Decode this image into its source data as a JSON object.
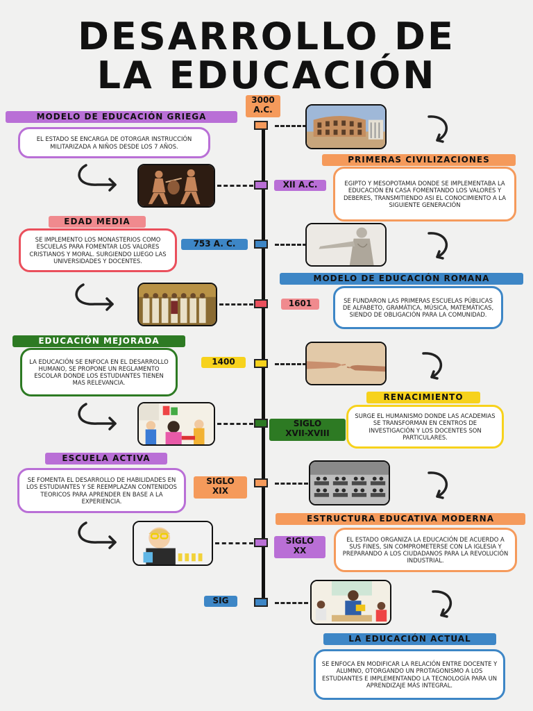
{
  "title": {
    "line1": "DESARROLLO DE",
    "line2": "LA EDUCACIÓN"
  },
  "colors": {
    "orange": "#f59a5b",
    "purple": "#b96fd6",
    "blue": "#3d86c6",
    "red": "#ea4f5c",
    "yellow": "#f7d21c",
    "green": "#2d7a23",
    "pink": "#f08a8e"
  },
  "timeline": [
    {
      "date": "3000\nA.C.",
      "title": "PRIMERAS CIVILIZACIONES",
      "text": "EGIPTO Y MESOPOTAMIA DONDE SE IMPLEMENTABA LA EDUCACIÓN EN CASA FOMENTANDO LOS VALORES Y DEBERES, TRANSMITIENDO ASI EL CONOCIMIENTO A LA SIGUIENTE GENERACIÓN",
      "image": "colosseum"
    },
    {
      "date": "XII A.C.",
      "title": "MODELO DE EDUCACIÓN GRIEGA",
      "text": "EL ESTADO SE ENCARGA DE OTORGAR INSTRUCCIÓN MILITARIZADA A NIÑOS DESDE LOS 7 AÑOS.",
      "image": "greek-warriors"
    },
    {
      "date": "753 A. C.",
      "title": "MODELO DE EDUCACIÓN ROMANA",
      "text": "SE FUNDARON LAS PRIMERAS ESCUELAS PÚBLICAS DE ALFABETO, GRAMÁTICA, MÚSICA, MATEMÁTICAS, SIENDO DE OBLIGACIÓN PARA LA COMUNIDAD.",
      "image": "roman-statue"
    },
    {
      "date": "1601",
      "title": "EDAD MEDIA",
      "text": "SE IMPLEMENTO LOS MONASTERIOS COMO ESCUELAS PARA FOMENTAR LOS VALORES CRISTIANOS Y MORAL. SURGIENDO LUEGO LAS UNIVERSIDADES Y DOCENTES.",
      "image": "byzantine-mosaic"
    },
    {
      "date": "1400",
      "title": "RENACIMIENTO",
      "text": "SURGE EL HUMANISMO DONDE LAS ACADEMIAS SE TRANSFORMAN EN CENTROS DE INVESTIGACIÓN Y LOS DOCENTES SON PARTICULARES.",
      "image": "creation-hands"
    },
    {
      "date": "SIGLO\nXVII-XVIII",
      "title": "EDUCACIÓN MEJORADA",
      "text": "LA EDUCACIÓN SE ENFOCA EN EL DESARROLLO HUMANO, SE PROPONE UN REGLAMENTO ESCOLAR DONDE LOS ESTUDIANTES TIENEN MAS RELEVANCIA.",
      "image": "classroom-kids"
    },
    {
      "date": "SIGLO\nXIX",
      "title": "ESTRUCTURA EDUCATIVA MODERNA",
      "text": "EL ESTADO ORGANIZA LA EDUCACIÓN DE ACUERDO A SUS FINES, SIN COMPROMETERSE CON LA IGLESIA Y PREPARANDO A LOS CIUDADANOS PARA LA REVOLUCIÓN INDUSTRIAL.",
      "image": "old-classroom"
    },
    {
      "date": "SIGLO\nXX",
      "title": "ESCUELA ACTIVA",
      "text": "SE FOMENTA EL DESARROLLO DE HABILIDADES EN LOS ESTUDIANTES Y SE REEMPLAZAN CONTENIDOS TEORICOS PARA APRENDER EN BASE A LA EXPERIENCIA.",
      "image": "child-science"
    },
    {
      "date": "SIG",
      "title": "LA EDUCACIÓN ACTUAL",
      "text": "SE ENFOCA EN MODIFICAR LA RELACIÓN ENTRE DOCENTE Y ALUMNO, OTORGANDO UN PROTAGONISMO A LOS ESTUDIANTES E IMPLEMENTANDO LA TECNOLOGÍA PARA UN APRENDIZAJE MÁS INTEGRAL.",
      "image": "teacher-kids"
    }
  ]
}
